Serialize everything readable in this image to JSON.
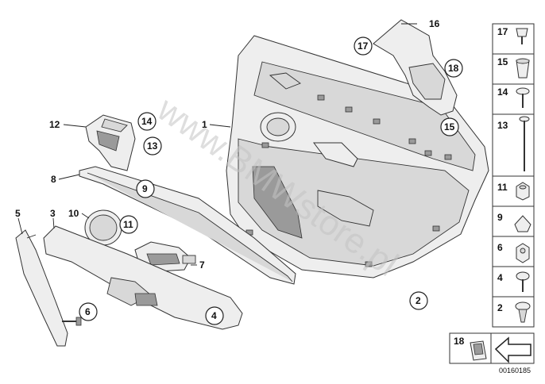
{
  "labels": {
    "p1": "1",
    "p2": "2",
    "p3": "3",
    "p4": "4",
    "p5": "5",
    "p6": "6",
    "p7": "7",
    "p8": "8",
    "p9": "9",
    "p10": "10",
    "p11": "11",
    "p12": "12",
    "p13": "13",
    "p14": "14",
    "p15": "15",
    "p16": "16",
    "p17": "17",
    "p18": "18"
  },
  "legend": {
    "items": [
      "17",
      "15",
      "14",
      "13",
      "11",
      "9",
      "6",
      "4",
      "2"
    ],
    "bottom_label": "18"
  },
  "watermark": "www.BMWstore.pl",
  "reference_number": "00160185"
}
